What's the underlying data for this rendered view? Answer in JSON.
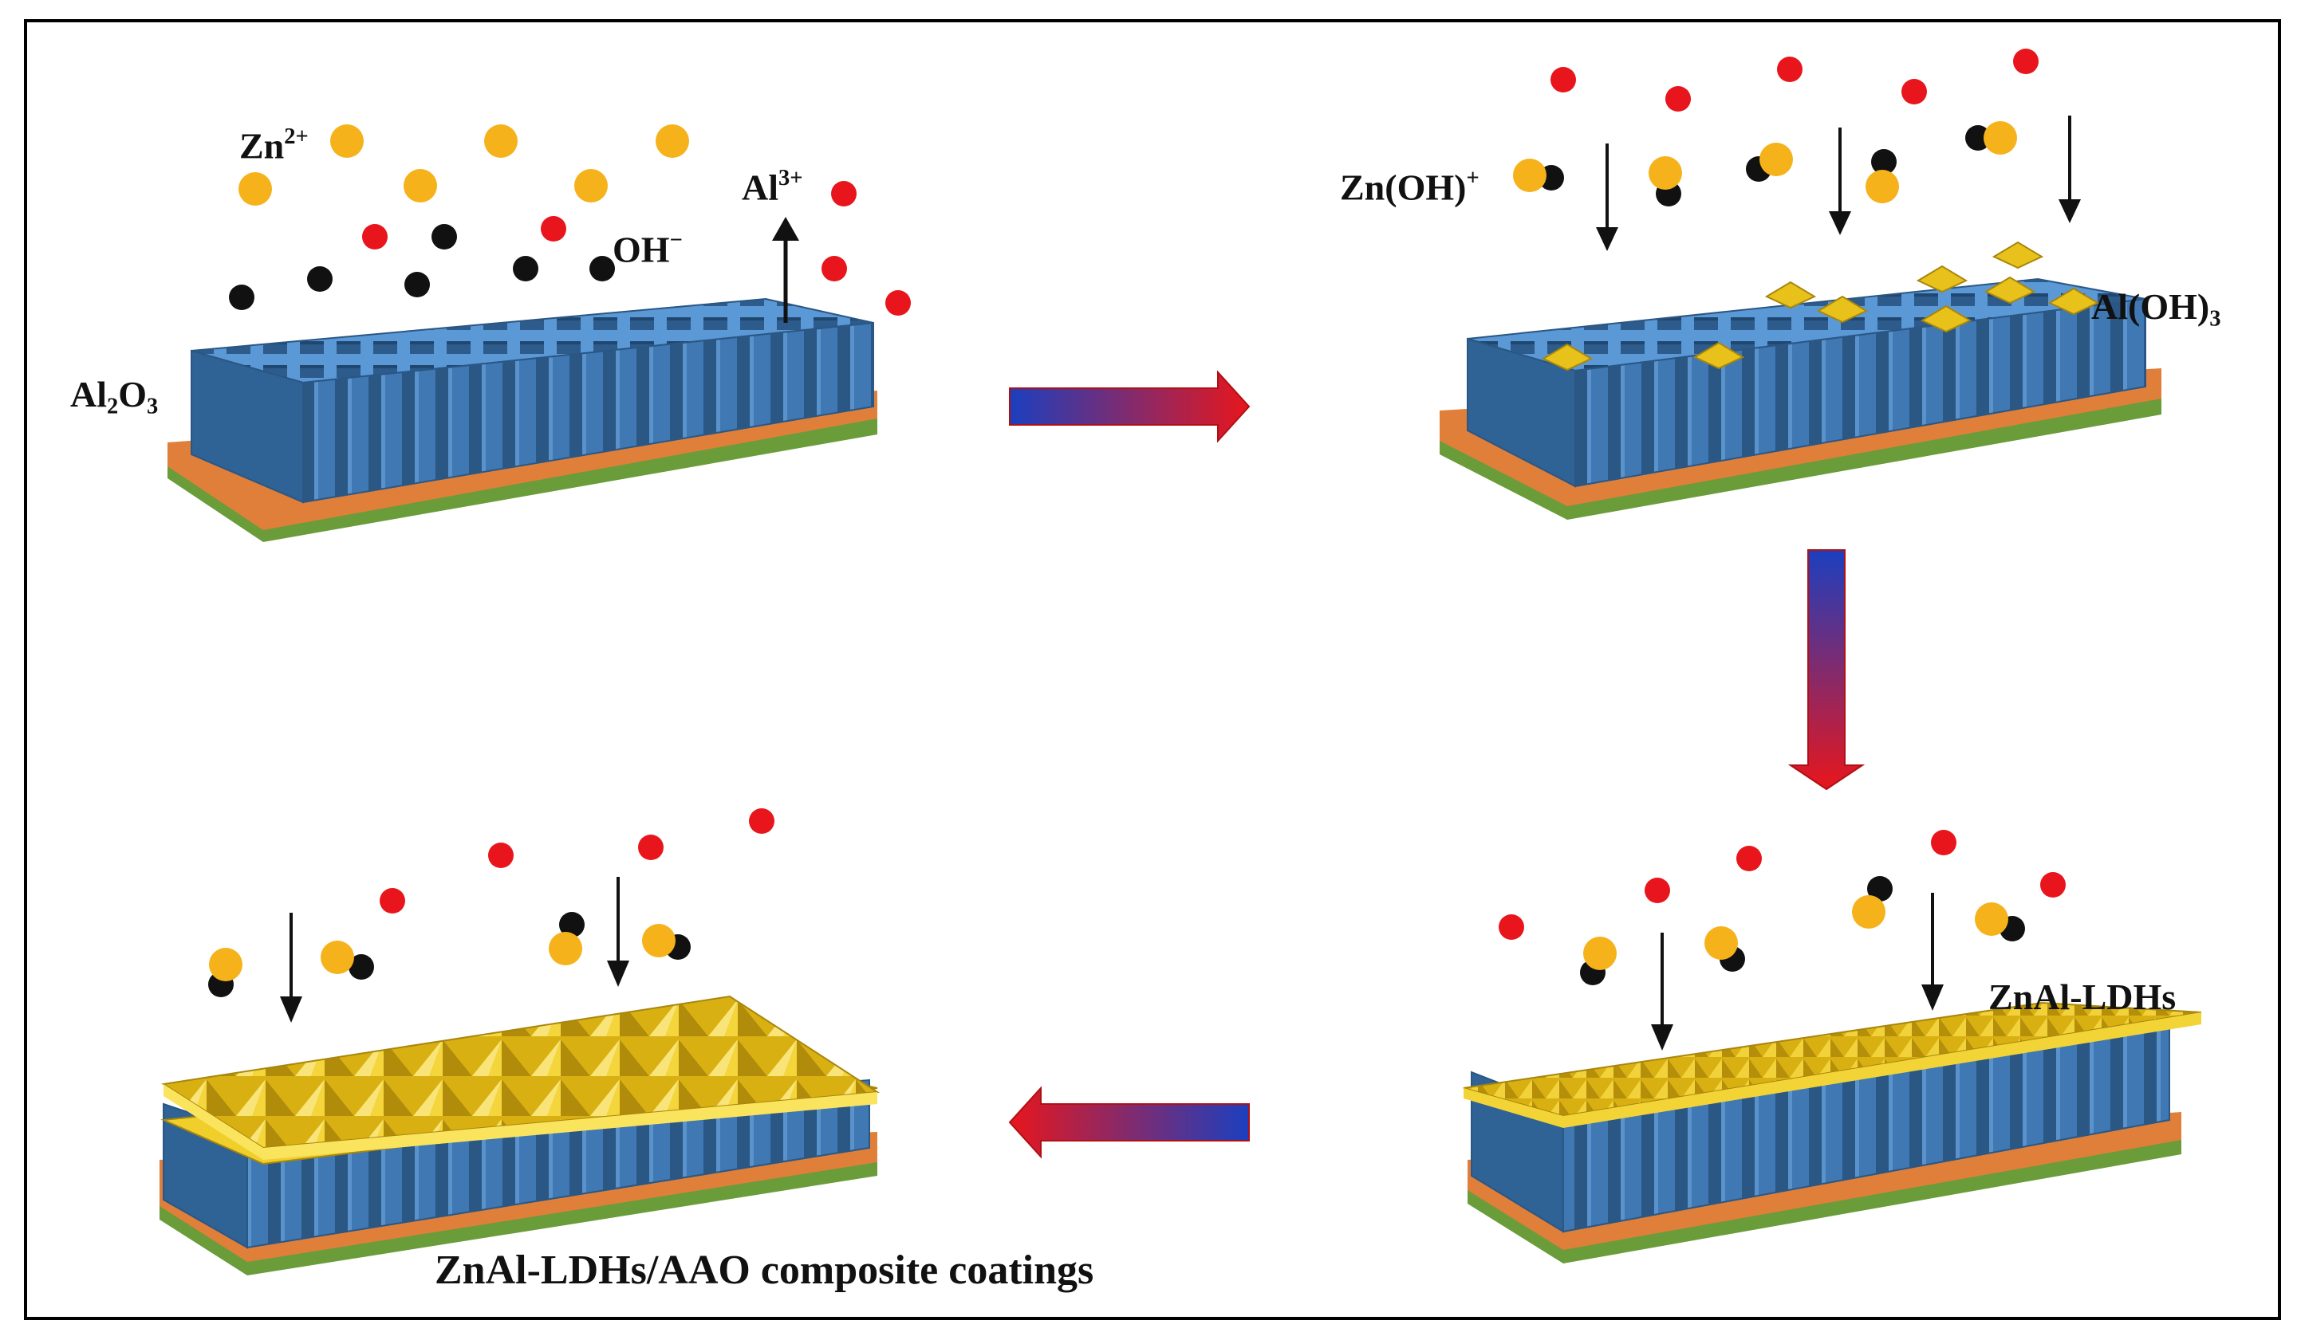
{
  "colors": {
    "frame": "#000000",
    "background": "#ffffff",
    "alumina": "#4a86c5",
    "alumina_dark": "#2e5f91",
    "alumina_light": "#8fbbe6",
    "copper_layer": "#e07f3a",
    "substrate": "#6a9c3a",
    "ldh_gold": "#e8c21b",
    "ldh_shadow": "#a8860c",
    "zn_ion": "#f5b21a",
    "hydroxide_red": "#e8161c",
    "hydroxide_black": "#111111",
    "arrow_start": "#1b3fbf",
    "arrow_end": "#e8161c"
  },
  "labels": {
    "zn_ion": {
      "base": "Zn",
      "sup": "2+"
    },
    "al_ion": {
      "base": "Al",
      "sup": "3+"
    },
    "hydroxide": {
      "base": "OH",
      "sup": "−"
    },
    "alumina": {
      "part1": "Al",
      "sub1": "2",
      "part2": "O",
      "sub2": "3"
    },
    "zn_oh": {
      "base": "Zn(OH)",
      "sup": "+"
    },
    "al_oh3": {
      "base": "Al(OH)",
      "sub": "3"
    },
    "ldh": "ZnAl-LDHs",
    "composite": "ZnAl-LDHs/AAO composite coatings"
  },
  "panels": [
    {
      "id": "stage-1",
      "layer": "porous-alumina"
    },
    {
      "id": "stage-2",
      "layer": "alumina-with-al-hydroxide"
    },
    {
      "id": "stage-3",
      "layer": "ldh-film"
    },
    {
      "id": "stage-4",
      "layer": "ldh-composite-coating"
    }
  ],
  "icons": {
    "process_arrow": "gradient-block-arrow",
    "deposition_arrow": "thin-down-arrow"
  }
}
